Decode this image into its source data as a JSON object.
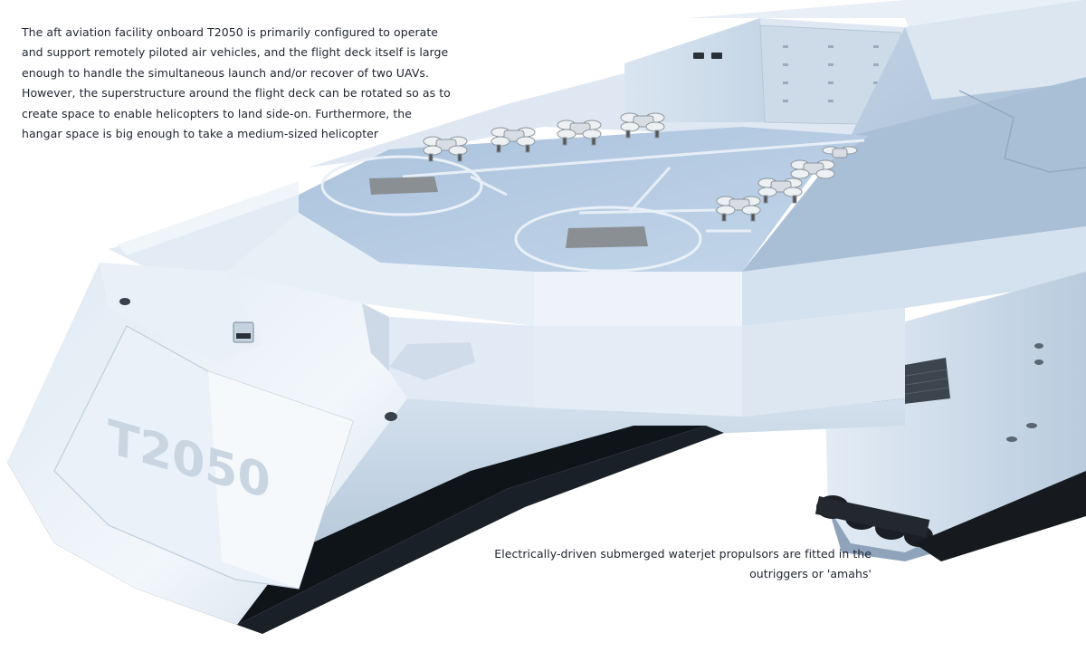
{
  "image": {
    "subject": "Aft section of T2050 concept warship with flight deck, hangar and UAVs",
    "colors": {
      "deck": "#b6cde4",
      "hull_light": "#e6eff7",
      "hull_mid": "#c8d7e6",
      "hull_shadow": "#9fb3c8",
      "hull_dark": "#0f1419",
      "hangar_wall": "#d6e2ee",
      "pad_square": "#8a8f93",
      "uav_body": "#e9edf0"
    }
  },
  "captions": {
    "top": {
      "lines": [
        "The aft aviation facility onboard T2050 is primarily configured to operate",
        "and support remotely piloted air vehicles, and the flight deck itself is large",
        "enough to handle the simultaneous launch and/or recover of two UAVs.",
        "However, the superstructure around the flight deck can be rotated so as to",
        "create space to enable helicopters to land side-on. Furthermore, the",
        "hangar space is big enough to take a medium-sized helicopter"
      ]
    },
    "bottom": {
      "lines": [
        "Electrically-driven submerged waterjet propulsors are fitted in the",
        "outriggers or 'amahs'"
      ]
    }
  },
  "hull_marking": "T2050"
}
